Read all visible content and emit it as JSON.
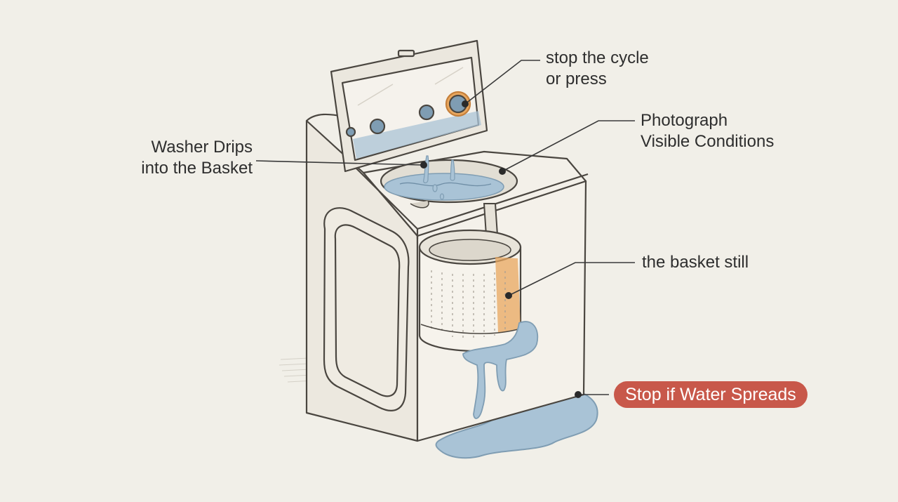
{
  "annotations": {
    "stop_cycle": {
      "lines": [
        "stop the cycle",
        "or press"
      ]
    },
    "photograph": {
      "lines": [
        "Photograph",
        "Visible Conditions"
      ]
    },
    "drips": {
      "lines": [
        "Washer Drips",
        "into the Basket"
      ]
    },
    "basket": {
      "lines": [
        "the basket still"
      ]
    },
    "warning": {
      "label": "Stop if Water Spreads"
    }
  },
  "colors": {
    "background": "#f1efe8",
    "ink": "#4a4640",
    "water": "#a9c3d6",
    "water_dark": "#7f9db3",
    "rust": "#e0a35a",
    "warning_badge": "#c8584a"
  }
}
